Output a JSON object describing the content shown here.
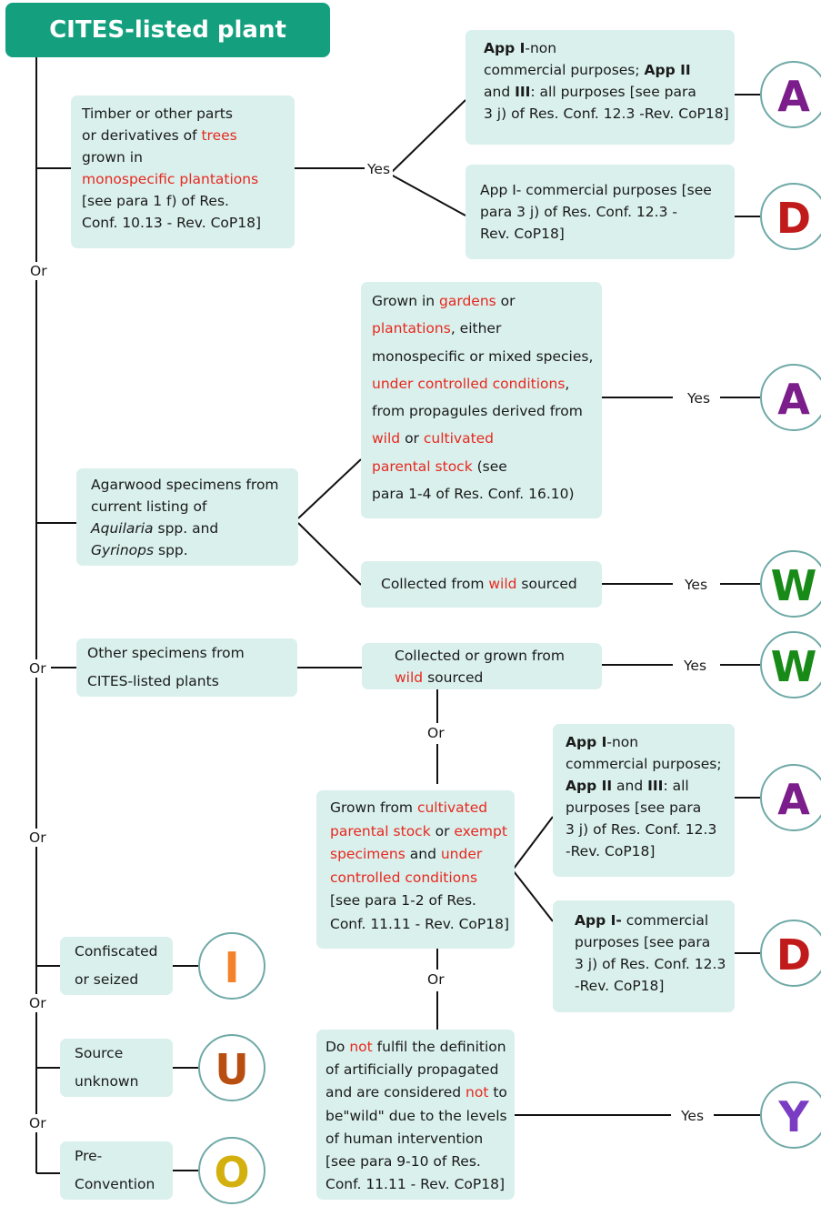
{
  "title": "CITES-listed plant species",
  "connector": {
    "or": "Or",
    "yes": "Yes"
  },
  "colors": {
    "title_bg": "#14a07e",
    "box_bg": "#d9f0ec",
    "highlight": "#e8281f",
    "code_A": "#7b1d8a",
    "code_D": "#c11a1a",
    "code_W": "#178a17",
    "code_I": "#f4822a",
    "code_U": "#b84e10",
    "code_O": "#d4b00f",
    "code_Y": "#7b3cc4"
  },
  "codes": {
    "A": "A",
    "D": "D",
    "W": "W",
    "I": "I",
    "U": "U",
    "O": "O",
    "Y": "Y"
  },
  "t": {
    "b1": [
      "Timber or other parts",
      "or derivatives of ",
      "trees",
      "grown in",
      "monospecific plantations",
      "[see para 1 f) of Res.",
      "Conf. 10.13 - Rev. CoP18]"
    ],
    "b2": [
      "App I",
      "-non",
      "commercial purposes; ",
      "App II",
      "and ",
      "III",
      ": all purposes [see para",
      "3 j) of Res. Conf. 12.3 -Rev. CoP18]"
    ],
    "b3": [
      "App I- commercial purposes [see",
      "para 3 j) of Res. Conf. 12.3 -",
      "Rev. CoP18]"
    ],
    "b4": [
      "Grown in ",
      "gardens",
      " or",
      "plantations",
      ", either",
      "monospecific or mixed species,",
      "under controlled conditions",
      ",",
      "from propagules derived from",
      "wild",
      " or ",
      "cultivated",
      "parental stock",
      " (see",
      "para 1-4 of Res. Conf. 16.10)"
    ],
    "b5": [
      "Agarwood specimens from",
      "current listing of",
      "Aquilaria",
      " spp. and",
      "Gyrinops",
      " spp."
    ],
    "b6": [
      "Collected from ",
      "wild",
      " sourced"
    ],
    "b7": [
      "Other specimens from",
      "CITES-listed plants"
    ],
    "b8": [
      "Collected or grown from",
      "wild",
      " sourced"
    ],
    "b9": [
      "App I",
      "-non",
      "commercial purposes;",
      "App II",
      " and ",
      "III",
      ": all",
      "purposes [see para",
      "3 j) of Res. Conf. 12.3",
      "-Rev. CoP18]"
    ],
    "b10": [
      "Grown from ",
      "cultivated",
      "parental stock",
      " or ",
      "exempt",
      "specimens",
      " and ",
      "under",
      "controlled conditions",
      "[see para 1-2 of Res.",
      "Conf. 11.11 - Rev. CoP18]"
    ],
    "b11": [
      "App I-",
      " commercial",
      "purposes [see para",
      "3 j) of Res. Conf. 12.3",
      "-Rev. CoP18]"
    ],
    "b12": [
      "Confiscated",
      "or seized"
    ],
    "b13": [
      "Source",
      "unknown"
    ],
    "b14": [
      "Pre-",
      "Convention"
    ],
    "b15": [
      "Do ",
      "not",
      " fulfil the definition",
      "of artificially propagated",
      "and are considered ",
      "not",
      " to",
      "be\"wild\" due to the levels",
      "of human intervention",
      "[see para 9-10 of Res.",
      "Conf. 11.11 - Rev. CoP18]"
    ]
  }
}
